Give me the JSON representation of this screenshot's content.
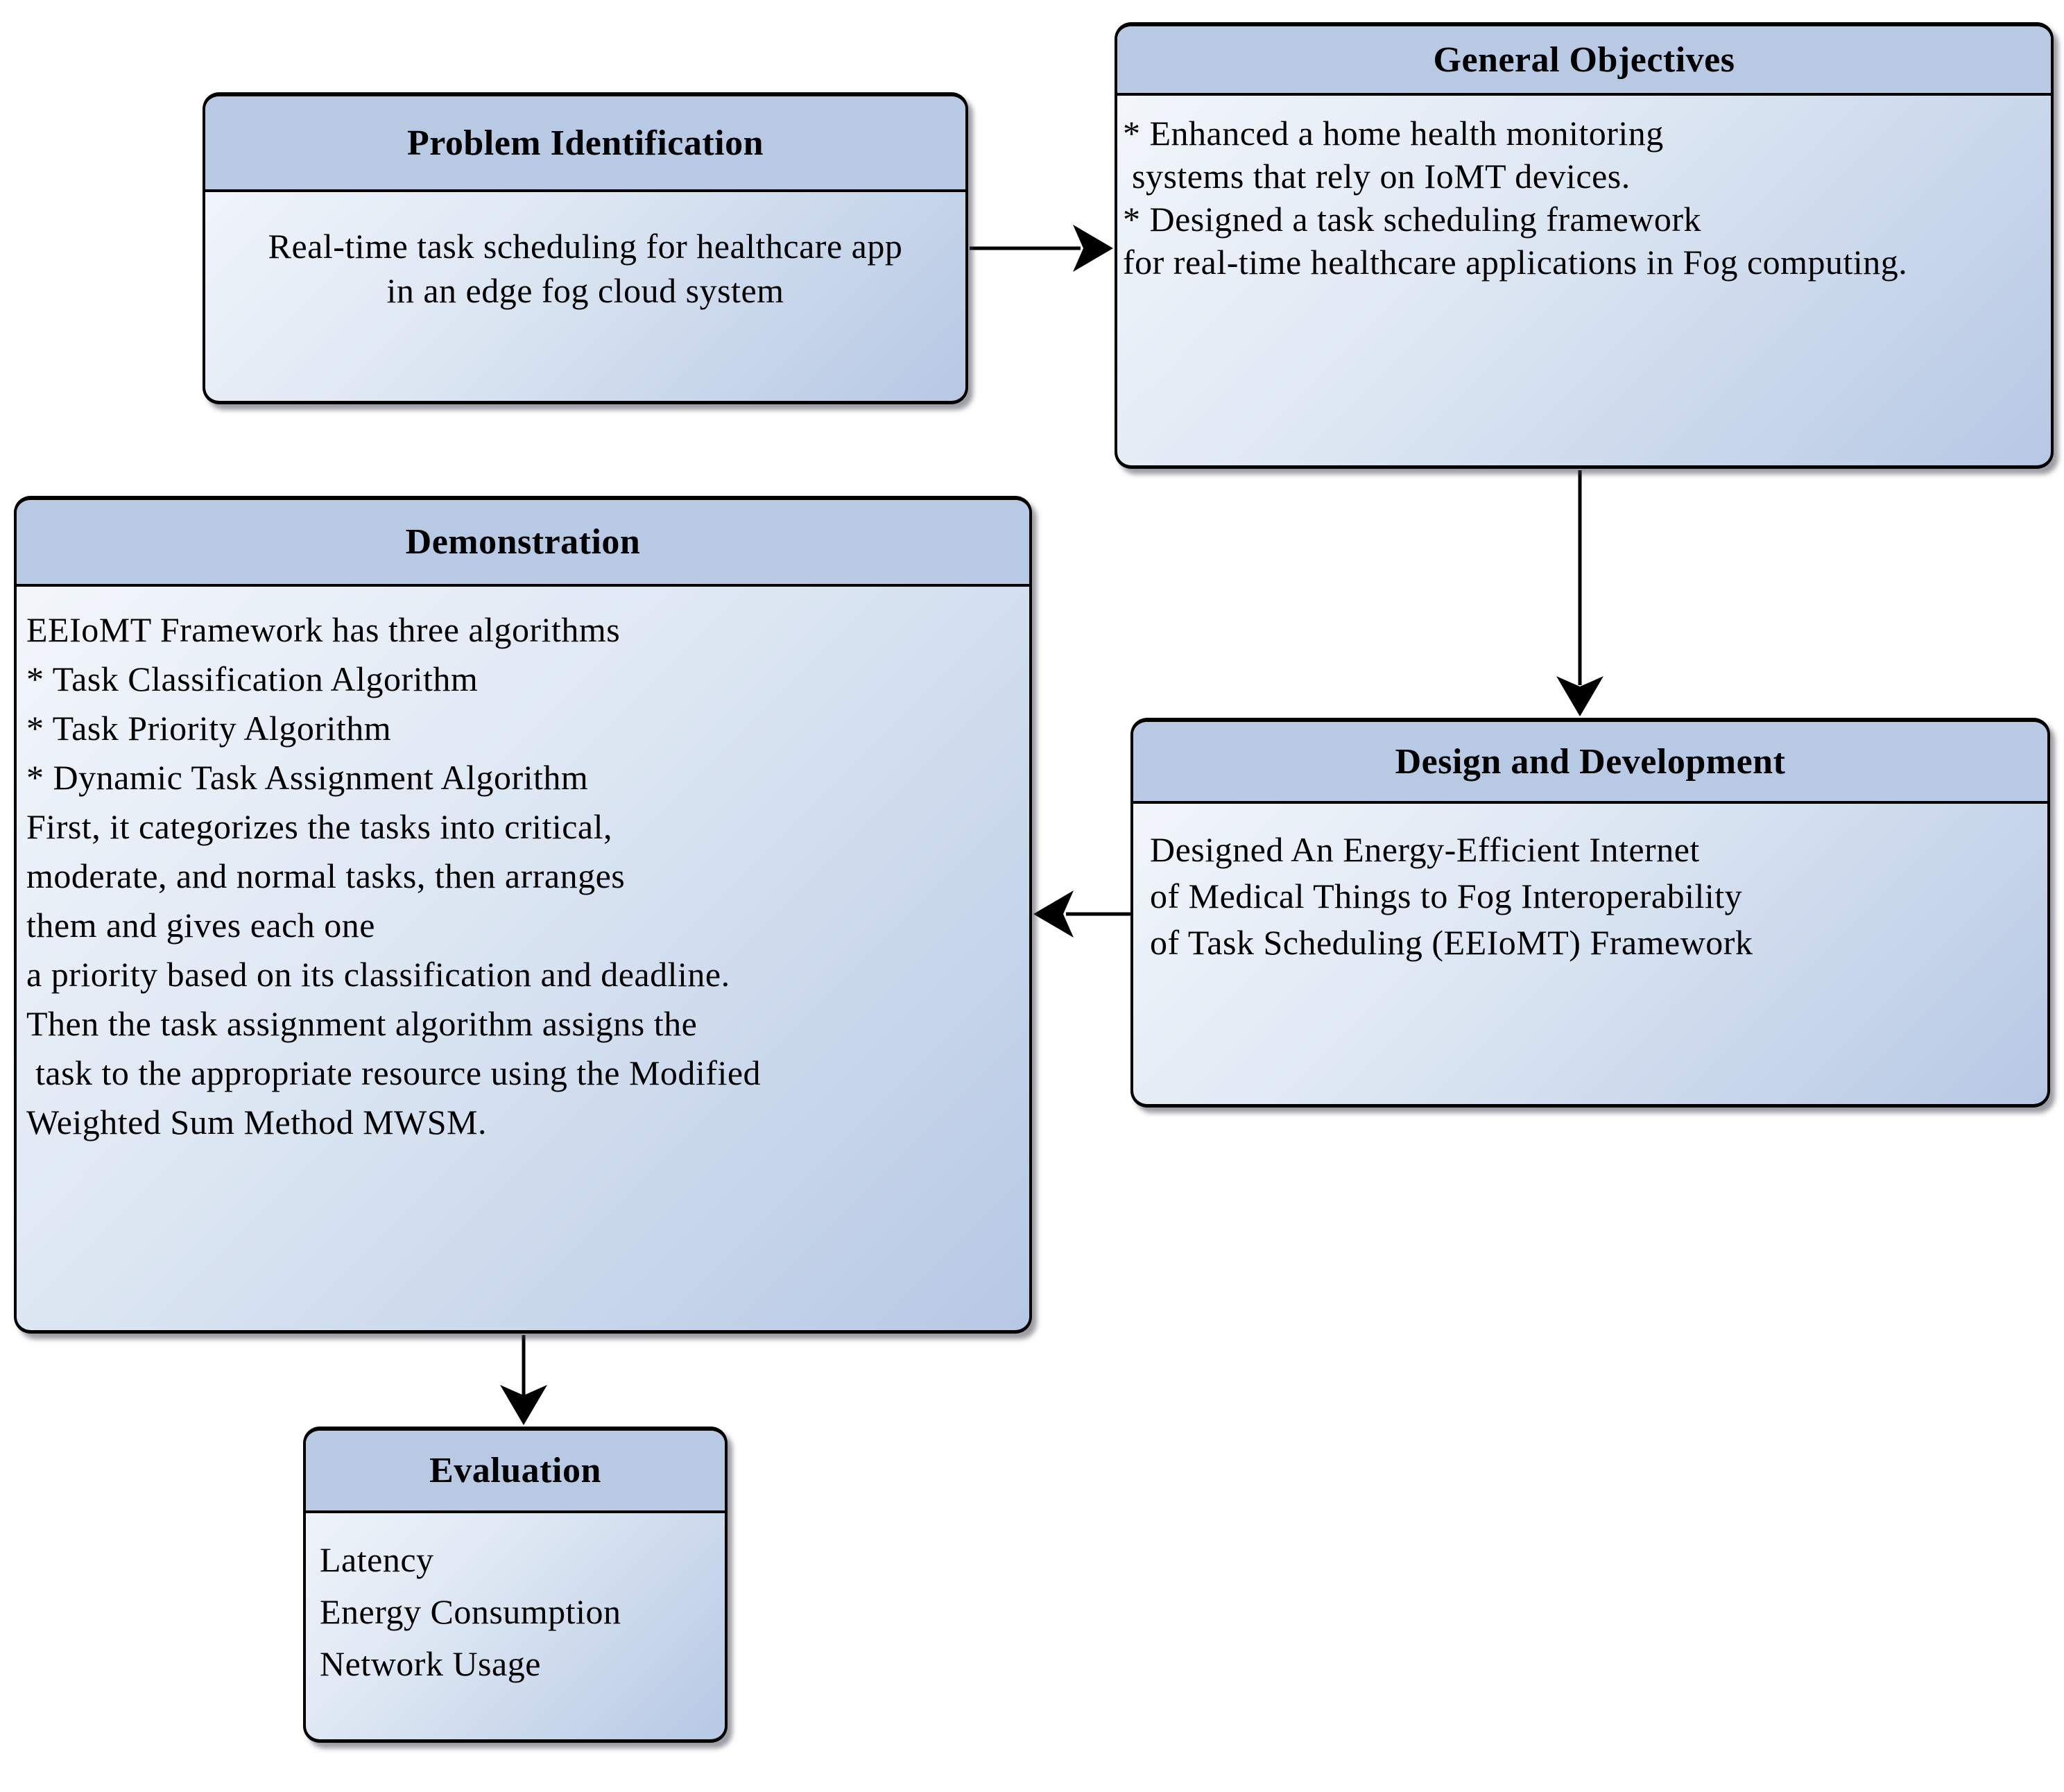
{
  "diagram": {
    "colors": {
      "header_fill": "#b8c9e4",
      "body_light": "#f5f8fc",
      "body_dark": "#b6c8e4",
      "border": "#000000",
      "arrow": "#000000"
    },
    "boxes": [
      {
        "id": "problem-identification",
        "title": "Problem Identification",
        "lines": [
          "Real-time task scheduling for healthcare app",
          "in an edge fog cloud system"
        ]
      },
      {
        "id": "general-objectives",
        "title": "General Objectives",
        "lines": [
          "* Enhanced a home health monitoring",
          " systems that rely on IoMT devices.",
          "* Designed a task scheduling framework",
          "for real-time healthcare applications in Fog computing."
        ]
      },
      {
        "id": "demonstration",
        "title": "Demonstration",
        "lines": [
          "EEIoMT Framework has three algorithms",
          "* Task Classification Algorithm",
          "* Task Priority Algorithm",
          "* Dynamic Task Assignment Algorithm",
          "First, it categorizes the tasks into critical,",
          "moderate, and normal tasks, then arranges",
          "them and gives each one",
          "a priority based on its classification and deadline.",
          "Then the task assignment algorithm assigns the",
          " task to the appropriate resource using the Modified",
          "Weighted Sum Method MWSM."
        ]
      },
      {
        "id": "design-and-development",
        "title": "Design and Development",
        "lines": [
          "Designed An Energy-Efficient Internet",
          "of Medical Things to Fog Interoperability",
          "of Task Scheduling (EEIoMT) Framework"
        ]
      },
      {
        "id": "evaluation",
        "title": "Evaluation",
        "lines": [
          "Latency",
          "Energy Consumption",
          "Network Usage"
        ]
      }
    ],
    "connectors": [
      {
        "from": "problem-identification",
        "to": "general-objectives",
        "direction": "right"
      },
      {
        "from": "general-objectives",
        "to": "design-and-development",
        "direction": "down"
      },
      {
        "from": "design-and-development",
        "to": "demonstration",
        "direction": "left"
      },
      {
        "from": "demonstration",
        "to": "evaluation",
        "direction": "down"
      }
    ]
  }
}
